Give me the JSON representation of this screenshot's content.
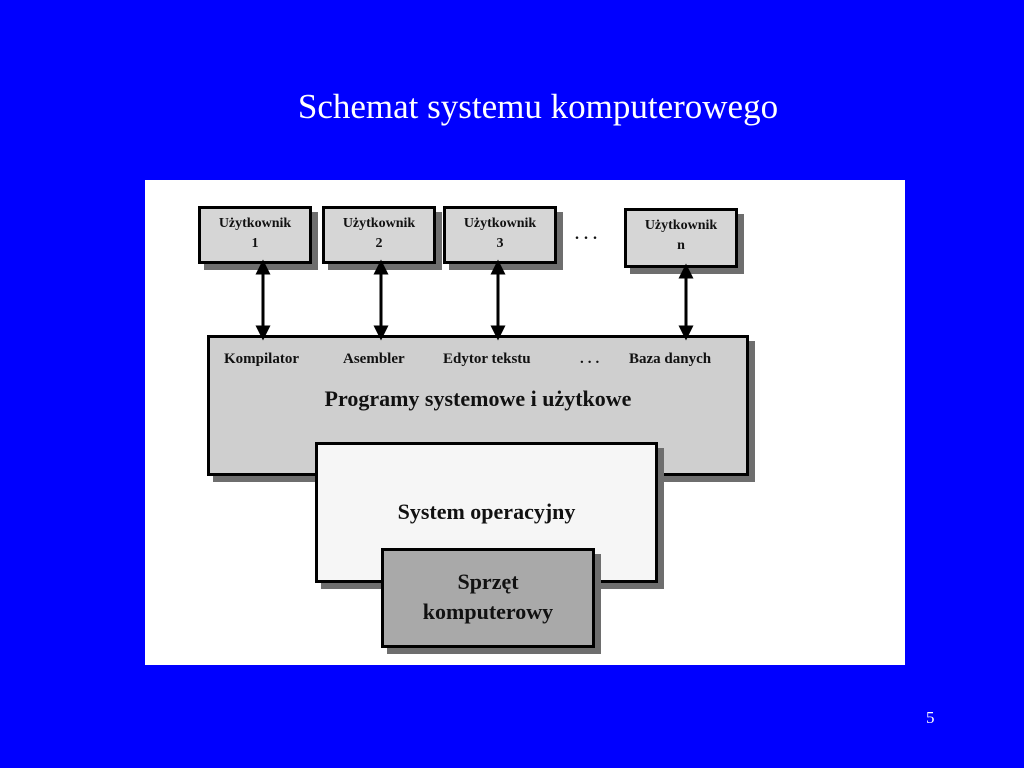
{
  "slide": {
    "title": "Schemat systemu komputerowego",
    "page_number": "5"
  },
  "diagram": {
    "users": [
      {
        "label": "Użytkownik",
        "index": "1"
      },
      {
        "label": "Użytkownik",
        "index": "2"
      },
      {
        "label": "Użytkownik",
        "index": "3"
      },
      {
        "label": "Użytkownik",
        "index": "n"
      }
    ],
    "users_ellipsis": "...",
    "programs": {
      "items": [
        "Kompilator",
        "Asembler",
        "Edytor tekstu",
        "...",
        "Baza danych"
      ],
      "caption": "Programy systemowe i użytkowe"
    },
    "operating_system": "System operacyjny",
    "hardware": {
      "line1": "Sprzęt",
      "line2": "komputerowy"
    }
  },
  "colors": {
    "background": "#0000ff",
    "panel": "#ffffff",
    "user_box": "#d6d6d6",
    "programs_box": "#cfcfcf",
    "os_box": "#f6f6f6",
    "hardware_box": "#a9a9a9",
    "shadow": "#6e6e6e"
  }
}
